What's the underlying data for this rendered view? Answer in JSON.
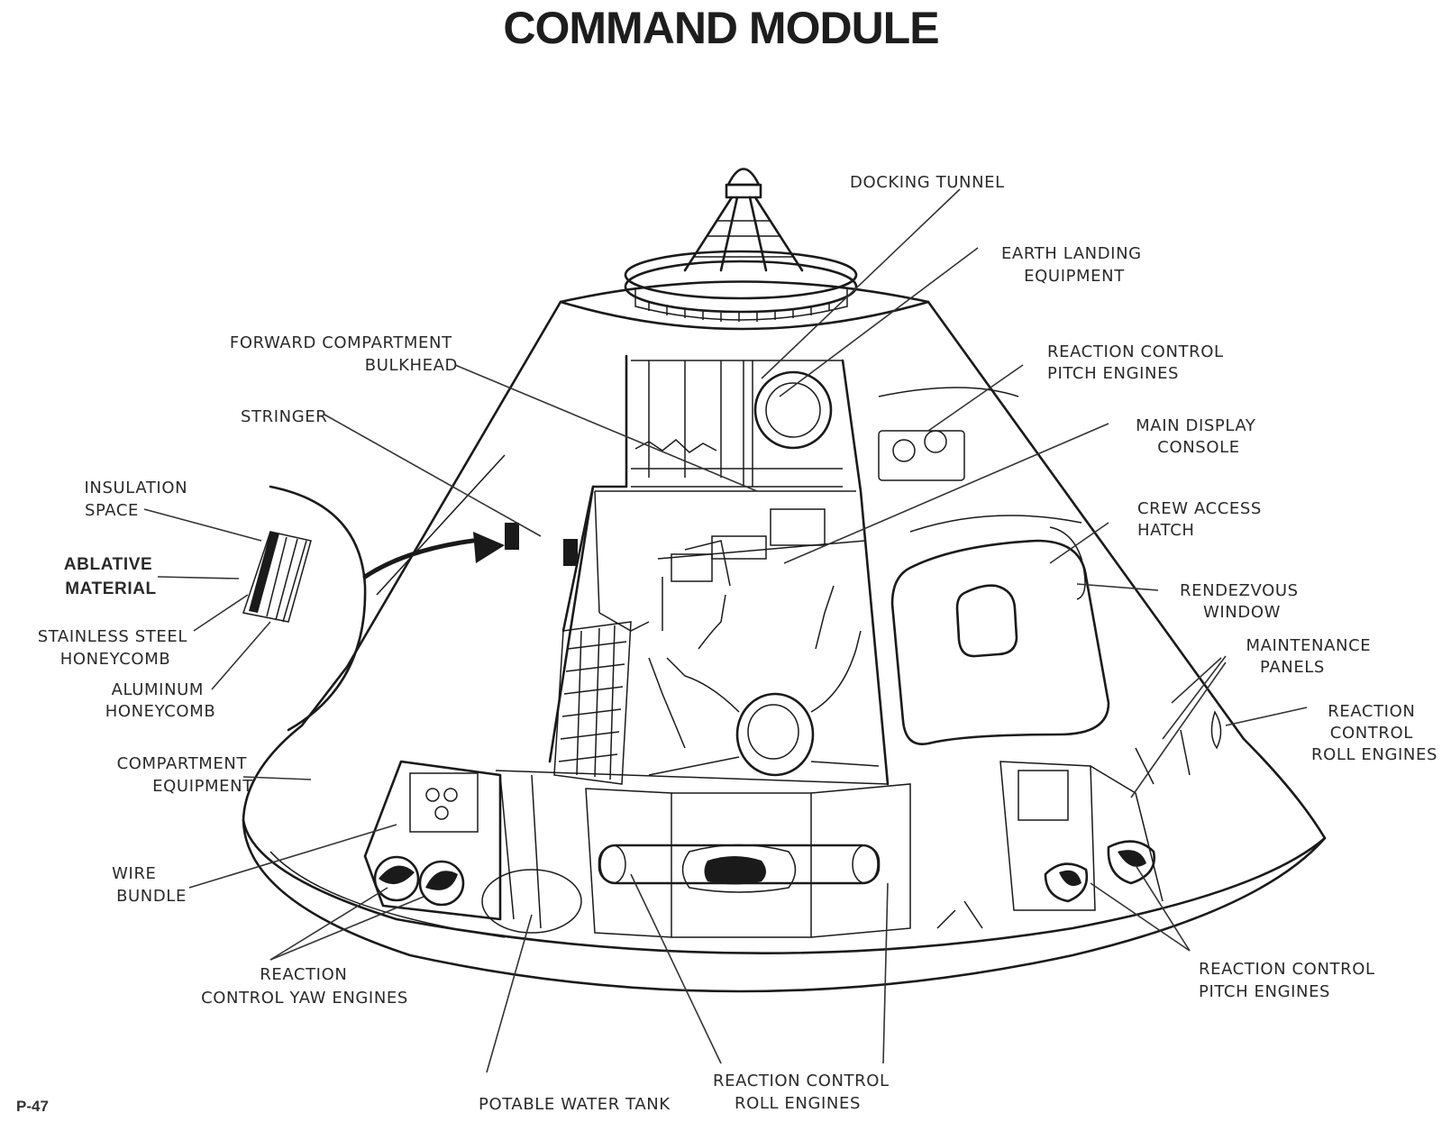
{
  "title": "COMMAND MODULE",
  "page_number": "P-47",
  "labels": {
    "docking_tunnel": [
      "DOCKING TUNNEL"
    ],
    "earth_landing_equipment": [
      "EARTH LANDING",
      "EQUIPMENT"
    ],
    "forward_compartment_bulkhead": [
      "FORWARD COMPARTMENT",
      "BULKHEAD"
    ],
    "reaction_control_pitch_engines_top": [
      "REACTION CONTROL",
      "PITCH ENGINES"
    ],
    "stringer": [
      "STRINGER"
    ],
    "main_display_console": [
      "MAIN DISPLAY",
      "CONSOLE"
    ],
    "insulation_space": [
      "INSULATION",
      "SPACE"
    ],
    "crew_access_hatch": [
      "CREW ACCESS",
      "HATCH"
    ],
    "ablative_material": [
      "ABLATIVE",
      "MATERIAL"
    ],
    "rendezvous_window": [
      "RENDEZVOUS",
      "WINDOW"
    ],
    "stainless_steel_honeycomb": [
      "STAINLESS STEEL",
      "HONEYCOMB"
    ],
    "maintenance_panels": [
      "MAINTENANCE",
      "PANELS"
    ],
    "aluminum_honeycomb": [
      "ALUMINUM",
      "HONEYCOMB"
    ],
    "reaction_control_roll_engines_right": [
      "REACTION",
      "CONTROL",
      "ROLL ENGINES"
    ],
    "compartment_equipment": [
      "COMPARTMENT",
      "EQUIPMENT"
    ],
    "wire_bundle": [
      "WIRE",
      "BUNDLE"
    ],
    "reaction_control_yaw_engines": [
      "REACTION",
      "CONTROL YAW ENGINES"
    ],
    "reaction_control_pitch_engines_bottom": [
      "REACTION CONTROL",
      "PITCH ENGINES"
    ],
    "reaction_control_roll_engines_bottom": [
      "REACTION CONTROL",
      "ROLL ENGINES"
    ],
    "potable_water_tank": [
      "POTABLE WATER TANK"
    ]
  }
}
